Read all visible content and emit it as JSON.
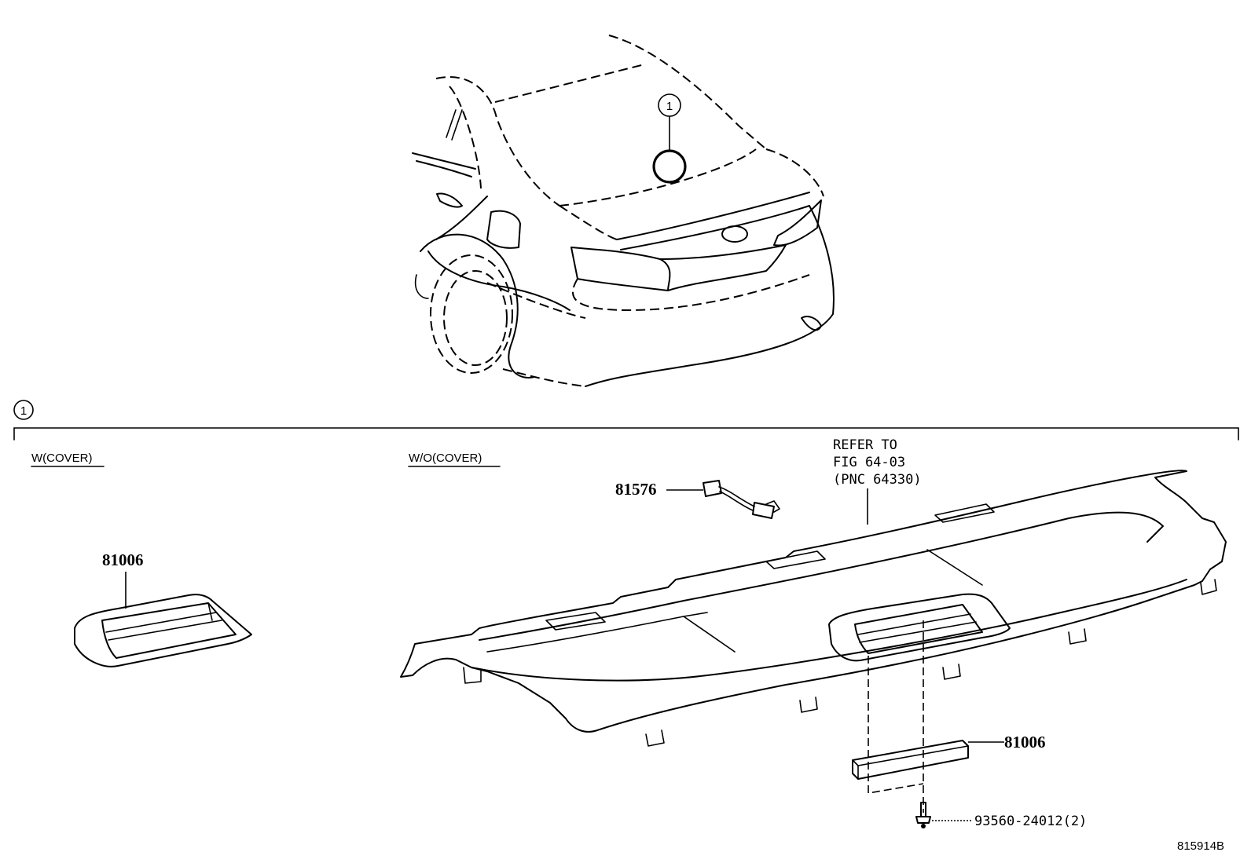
{
  "callouts": {
    "car_callout": "1",
    "section_callout": "1"
  },
  "variants": {
    "with_cover": "W(COVER)",
    "without_cover": "W/O(COVER)"
  },
  "refer_note": {
    "line1": "REFER TO",
    "line2": "FIG 64-03",
    "line3": "(PNC 64330)"
  },
  "part_numbers": {
    "lamp_with_cover": "81006",
    "wire_harness": "81576",
    "lamp_without_cover": "81006",
    "screw": "93560-24012(2)"
  },
  "diagram_id": "815914B"
}
